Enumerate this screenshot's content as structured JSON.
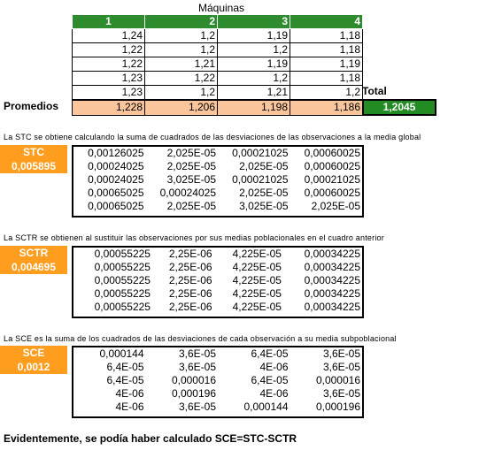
{
  "title": "Máquinas",
  "machines": [
    "1",
    "2",
    "3",
    "4"
  ],
  "rows": [
    [
      "1,24",
      "1,2",
      "1,19",
      "1,18"
    ],
    [
      "1,22",
      "1,2",
      "1,2",
      "1,18"
    ],
    [
      "1,22",
      "1,21",
      "1,19",
      "1,19"
    ],
    [
      "1,23",
      "1,22",
      "1,2",
      "1,18"
    ],
    [
      "1,23",
      "1,2",
      "1,21",
      "1,2"
    ]
  ],
  "total_label": "Total",
  "promedios_label": "Promedios",
  "promedios": [
    "1,228",
    "1,206",
    "1,198",
    "1,186"
  ],
  "total_value": "1,2045",
  "stc": {
    "desc": "La STC se obtiene calculando la suma de cuadrados de las desviaciones de las observaciones a la media global",
    "label": "STC",
    "value": "0,005895",
    "rows": [
      [
        "0,00126025",
        "2,025E-05",
        "0,00021025",
        "0,00060025"
      ],
      [
        "0,00024025",
        "2,025E-05",
        "2,025E-05",
        "0,00060025"
      ],
      [
        "0,00024025",
        "3,025E-05",
        "0,00021025",
        "0,00021025"
      ],
      [
        "0,00065025",
        "0,00024025",
        "2,025E-05",
        "0,00060025"
      ],
      [
        "0,00065025",
        "2,025E-05",
        "3,025E-05",
        "2,025E-05"
      ]
    ]
  },
  "sctr": {
    "desc": "La SCTR se obtienen al sustituir las observaciones por sus medias poblacionales en el cuadro anterior",
    "label": "SCTR",
    "value": "0,004695",
    "rows": [
      [
        "0,00055225",
        "2,25E-06",
        "4,225E-05",
        "0,00034225"
      ],
      [
        "0,00055225",
        "2,25E-06",
        "4,225E-05",
        "0,00034225"
      ],
      [
        "0,00055225",
        "2,25E-06",
        "4,225E-05",
        "0,00034225"
      ],
      [
        "0,00055225",
        "2,25E-06",
        "4,225E-05",
        "0,00034225"
      ],
      [
        "0,00055225",
        "2,25E-06",
        "4,225E-05",
        "0,00034225"
      ]
    ]
  },
  "sce": {
    "desc": "La SCE es la suma de los cuadrados de las desviaciones de cada observación a su media subpoblacional",
    "label": "SCE",
    "value": "0,0012",
    "rows": [
      [
        "0,000144",
        "3,6E-05",
        "6,4E-05",
        "3,6E-05"
      ],
      [
        "6,4E-05",
        "3,6E-05",
        "4E-06",
        "3,6E-05"
      ],
      [
        "6,4E-05",
        "0,000016",
        "6,4E-05",
        "0,000016"
      ],
      [
        "4E-06",
        "0,000196",
        "4E-06",
        "3,6E-05"
      ],
      [
        "4E-06",
        "3,6E-05",
        "0,000144",
        "0,000196"
      ]
    ]
  },
  "conclusion": "Evidentemente, se podía haber calculado SCE=STC-SCTR"
}
